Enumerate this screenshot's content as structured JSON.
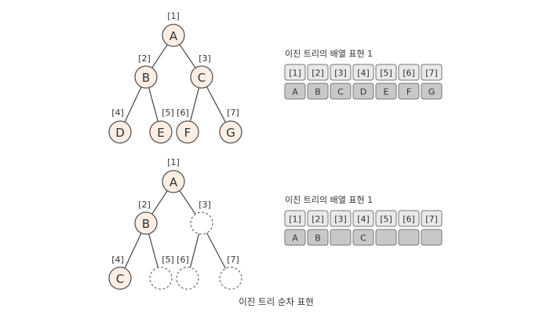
{
  "trees": [
    {
      "nodes": [
        {
          "index_label": "[1]",
          "value": "A",
          "empty": false
        },
        {
          "index_label": "[2]",
          "value": "B",
          "empty": false
        },
        {
          "index_label": "[3]",
          "value": "C",
          "empty": false
        },
        {
          "index_label": "[4]",
          "value": "D",
          "empty": false
        },
        {
          "index_label": "[5]",
          "value": "E",
          "empty": false
        },
        {
          "index_label": "[6]",
          "value": "F",
          "empty": false
        },
        {
          "index_label": "[7]",
          "value": "G",
          "empty": false
        }
      ],
      "edges": [
        [
          0,
          1
        ],
        [
          0,
          2
        ],
        [
          1,
          3
        ],
        [
          1,
          4
        ],
        [
          2,
          5
        ],
        [
          2,
          6
        ]
      ]
    },
    {
      "nodes": [
        {
          "index_label": "[1]",
          "value": "A",
          "empty": false
        },
        {
          "index_label": "[2]",
          "value": "B",
          "empty": false
        },
        {
          "index_label": "[3]",
          "value": "",
          "empty": true
        },
        {
          "index_label": "[4]",
          "value": "C",
          "empty": false
        },
        {
          "index_label": "[5]",
          "value": "",
          "empty": true
        },
        {
          "index_label": "[6]",
          "value": "",
          "empty": true
        },
        {
          "index_label": "[7]",
          "value": "",
          "empty": true
        }
      ],
      "edges": [
        [
          0,
          1
        ],
        [
          0,
          2
        ],
        [
          1,
          3
        ],
        [
          1,
          4
        ],
        [
          2,
          5
        ],
        [
          2,
          6
        ]
      ]
    }
  ],
  "arrays": [
    {
      "title": "이진 트리의 배열 표현 1",
      "indices": [
        "[1]",
        "[2]",
        "[3]",
        "[4]",
        "[5]",
        "[6]",
        "[7]"
      ],
      "values": [
        "A",
        "B",
        "C",
        "D",
        "E",
        "F",
        "G"
      ]
    },
    {
      "title": "이진 트리의 배열 표현 1",
      "indices": [
        "[1]",
        "[2]",
        "[3]",
        "[4]",
        "[5]",
        "[6]",
        "[7]"
      ],
      "values": [
        "A",
        "B",
        "",
        "C",
        "",
        "",
        ""
      ]
    }
  ],
  "caption": "이진 트리 순차 표현"
}
